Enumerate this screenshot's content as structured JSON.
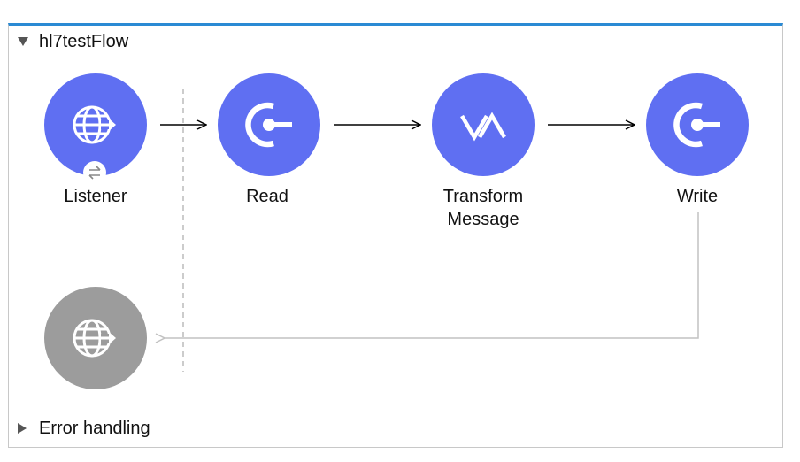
{
  "flow": {
    "title": "hl7testFlow",
    "nodes": [
      {
        "id": "listener",
        "label": "Listener",
        "icon": "globe-arrow-icon",
        "color": "#5f6ff2"
      },
      {
        "id": "read",
        "label": "Read",
        "icon": "connector-c-icon",
        "color": "#5f6ff2"
      },
      {
        "id": "transform",
        "label": "Transform Message",
        "label_line1": "Transform",
        "label_line2": "Message",
        "icon": "dataweave-icon",
        "color": "#5f6ff2"
      },
      {
        "id": "write",
        "label": "Write",
        "icon": "connector-c-icon",
        "color": "#5f6ff2"
      }
    ],
    "response_node": {
      "icon": "globe-arrow-icon",
      "color": "#9c9c9c"
    },
    "listener_badge_icon": "exchange-arrows-icon"
  },
  "error_handling": {
    "label": "Error handling"
  },
  "colors": {
    "accent": "#2a8ad4",
    "node": "#5f6ff2",
    "inactive_node": "#9c9c9c"
  }
}
